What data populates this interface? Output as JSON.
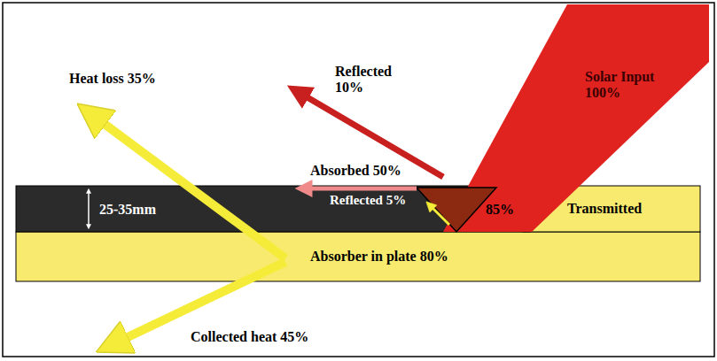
{
  "diagram": {
    "nodes": [
      {
        "text": [
          "Transmitted"
        ]
      },
      {
        "text": [
          "Absorber in plate 80%"
        ]
      }
    ],
    "labels": [
      "Heat loss 35%",
      "Reflected 10%",
      "Solar Input 100%",
      "Absorbed 50%",
      "Reflected 5%",
      "85%",
      "25-35mm",
      "Collected heat 45%"
    ]
  }
}
